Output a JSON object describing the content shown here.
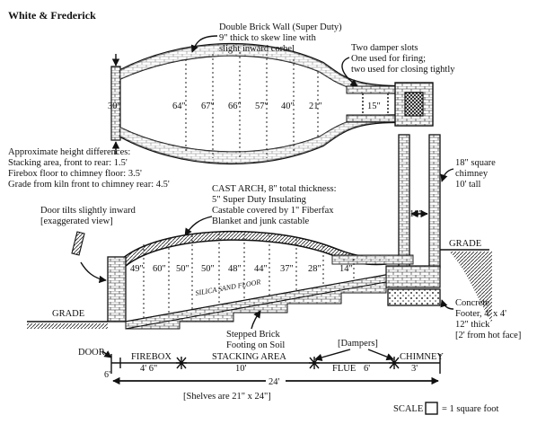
{
  "title": "White & Frederick",
  "plan_notes": {
    "wall": [
      "Double Brick Wall (Super Duty)",
      "9\" thick to skew line with",
      "slight inward corbel"
    ],
    "dampers": [
      "Two damper slots",
      "One used for firing;",
      "two used for closing tightly"
    ],
    "widths": [
      "30\"",
      "64\"",
      "67\"",
      "66\"",
      "57\"",
      "40\"",
      "21\"",
      "15\""
    ]
  },
  "height_notes": [
    "Approximate height differences:",
    "Stacking area, front to rear: 1.5'",
    "Firebox floor to chimney floor: 3.5'",
    "Grade from kiln front to chimney rear: 4.5'"
  ],
  "arch_notes": [
    "CAST ARCH, 8\" total thickness:",
    "5\" Super Duty Insulating",
    "Castable covered by 1\" Fiberfax",
    "Blanket and junk castable"
  ],
  "door_note": [
    "Door tilts slightly inward",
    "[exaggerated view]"
  ],
  "chimney_note": [
    "18\" square",
    "chimney",
    "10' tall"
  ],
  "chimney_width": "18\"",
  "grade_left": "GRADE",
  "grade_right": "GRADE",
  "floor_label": "SILICA SAND FLOOR",
  "heights": [
    "49\"",
    "60\"",
    "50\"",
    "50\"",
    "48\"",
    "44\"",
    "37\"",
    "28\"",
    "14\""
  ],
  "footing_note": [
    "Stepped Brick",
    "Footing on Soil"
  ],
  "footer_note": [
    "Concrete",
    "Footer, 4' x 4'",
    "12\" thick",
    "[2' from hot face]"
  ],
  "bottom": {
    "door": "DOOR",
    "door_dim": "6\"",
    "sections": [
      {
        "label": "FIREBOX",
        "dim": "4' 6\""
      },
      {
        "label": "STACKING AREA",
        "dim": "10'"
      },
      {
        "label": "FLUE",
        "dim": "6'"
      },
      {
        "label": "CHIMNEY",
        "dim": "3'"
      }
    ],
    "dampers_label": "[Dampers]",
    "total": "24'",
    "shelves": "[Shelves are 21\" x 24\"]"
  },
  "scale_label": "SCALE",
  "scale_text": "= 1 square foot"
}
